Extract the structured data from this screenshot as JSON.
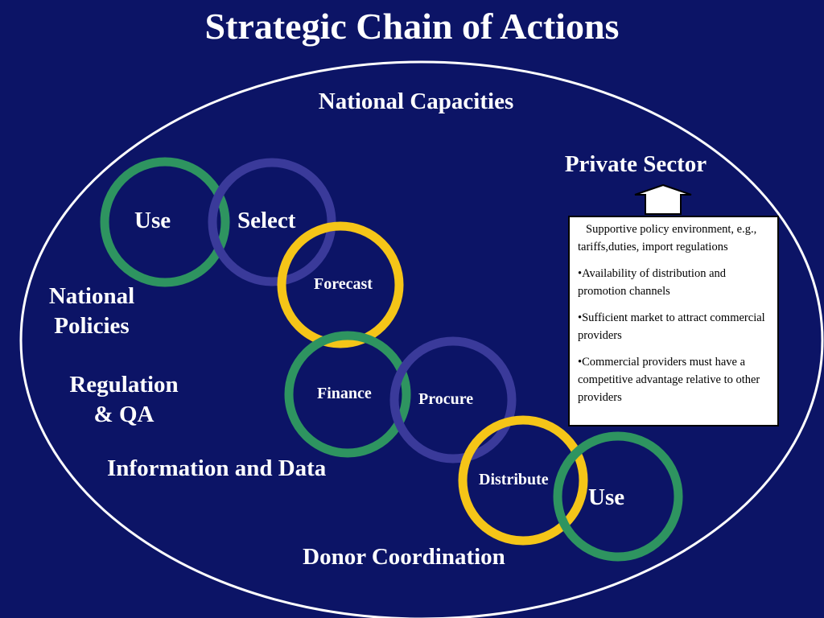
{
  "title": "Strategic Chain of Actions",
  "colors": {
    "background": "#0c1466",
    "green_ring": "#2e9460",
    "purple_ring": "#3a3a9a",
    "yellow_ring": "#f5c518"
  },
  "labels": {
    "national_capacities": "National Capacities",
    "private_sector": "Private Sector",
    "national_policies": "National\nPolicies",
    "regulation": "Regulation\n& QA",
    "information": "Information and Data",
    "donor": "Donor Coordination"
  },
  "rings": {
    "use_top": "Use",
    "select": "Select",
    "forecast": "Forecast",
    "finance": "Finance",
    "procure": "Procure",
    "distribute": "Distribute",
    "use_bottom": "Use"
  },
  "info_box": {
    "items": [
      "Supportive policy environment, e.g., tariffs,duties, import regulations",
      "•Availability of distribution and promotion channels",
      "•Sufficient market to attract commercial providers",
      "•Commercial providers must have a competitive advantage relative to other providers"
    ]
  }
}
